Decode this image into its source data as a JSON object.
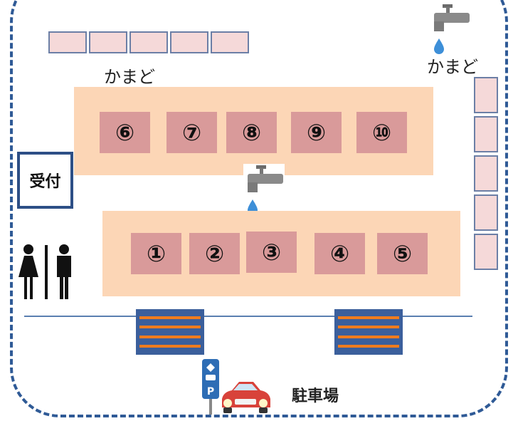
{
  "kamado_label_top": "かまど",
  "kamado_label_right": "かまど",
  "reception_label": "受付",
  "parking_label": "駐車場",
  "sites_back": [
    "⑥",
    "⑦",
    "⑧",
    "⑨",
    "⑩"
  ],
  "sites_front": [
    "①",
    "②",
    "③",
    "④",
    "⑤"
  ],
  "colors": {
    "outline": "#2f5a96",
    "area": "#fcd6b6",
    "site": "#d99a9a",
    "kamado": "#f5d9d9",
    "stair": "#3b5f9c",
    "stair_stripe": "#f07c1e",
    "car": "#d8423a"
  }
}
